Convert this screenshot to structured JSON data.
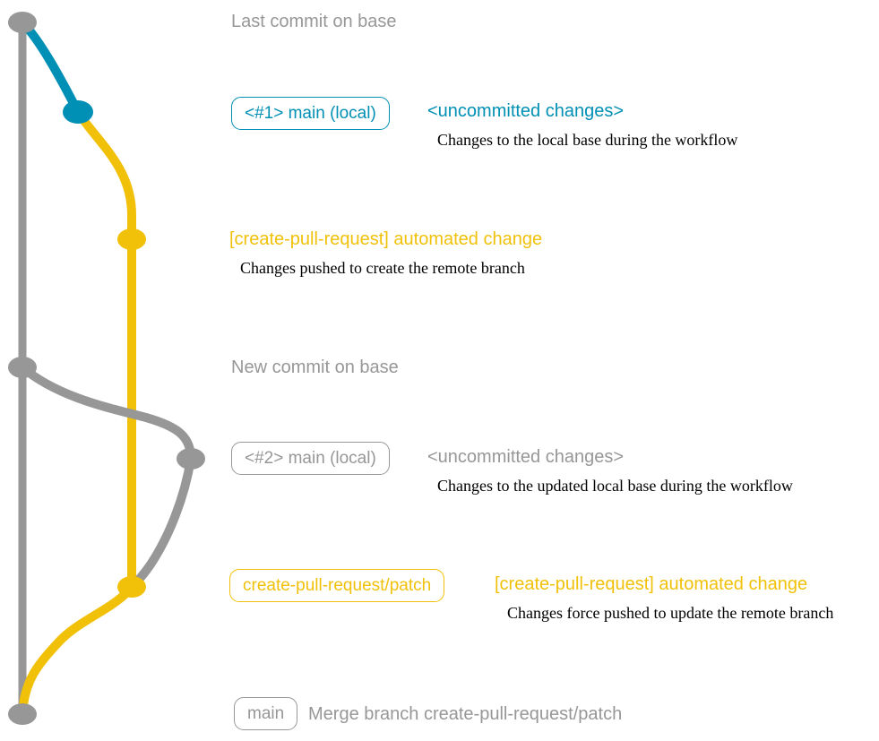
{
  "colors": {
    "base_branch": "#979797",
    "local_branch": "#008fb5",
    "patch_branch": "#f1c109",
    "annotation": "#000000",
    "background": "#ffffff"
  },
  "graph": {
    "branches": [
      {
        "name": "base",
        "color": "#979797"
      },
      {
        "name": "main (local)",
        "color": "#008fb5"
      },
      {
        "name": "create-pull-request/patch",
        "color": "#f1c109"
      }
    ]
  },
  "rows": {
    "last_commit": {
      "message": "Last commit on base"
    },
    "head1": {
      "badge": "<#1> main (local)",
      "status": "<uncommitted changes>",
      "note": "Changes to the local base during the workflow"
    },
    "pr1": {
      "message": "[create-pull-request] automated change",
      "note": "Changes pushed to create the remote branch"
    },
    "new_commit": {
      "message": "New commit on base"
    },
    "head2": {
      "badge": "<#2> main (local)",
      "status": "<uncommitted changes>",
      "note": "Changes to the updated local base during the workflow"
    },
    "pr2": {
      "badge": "create-pull-request/patch",
      "message": "[create-pull-request] automated change",
      "note": "Changes force pushed to update the remote branch"
    },
    "merge": {
      "badge": "main",
      "message": "Merge branch create-pull-request/patch"
    }
  }
}
